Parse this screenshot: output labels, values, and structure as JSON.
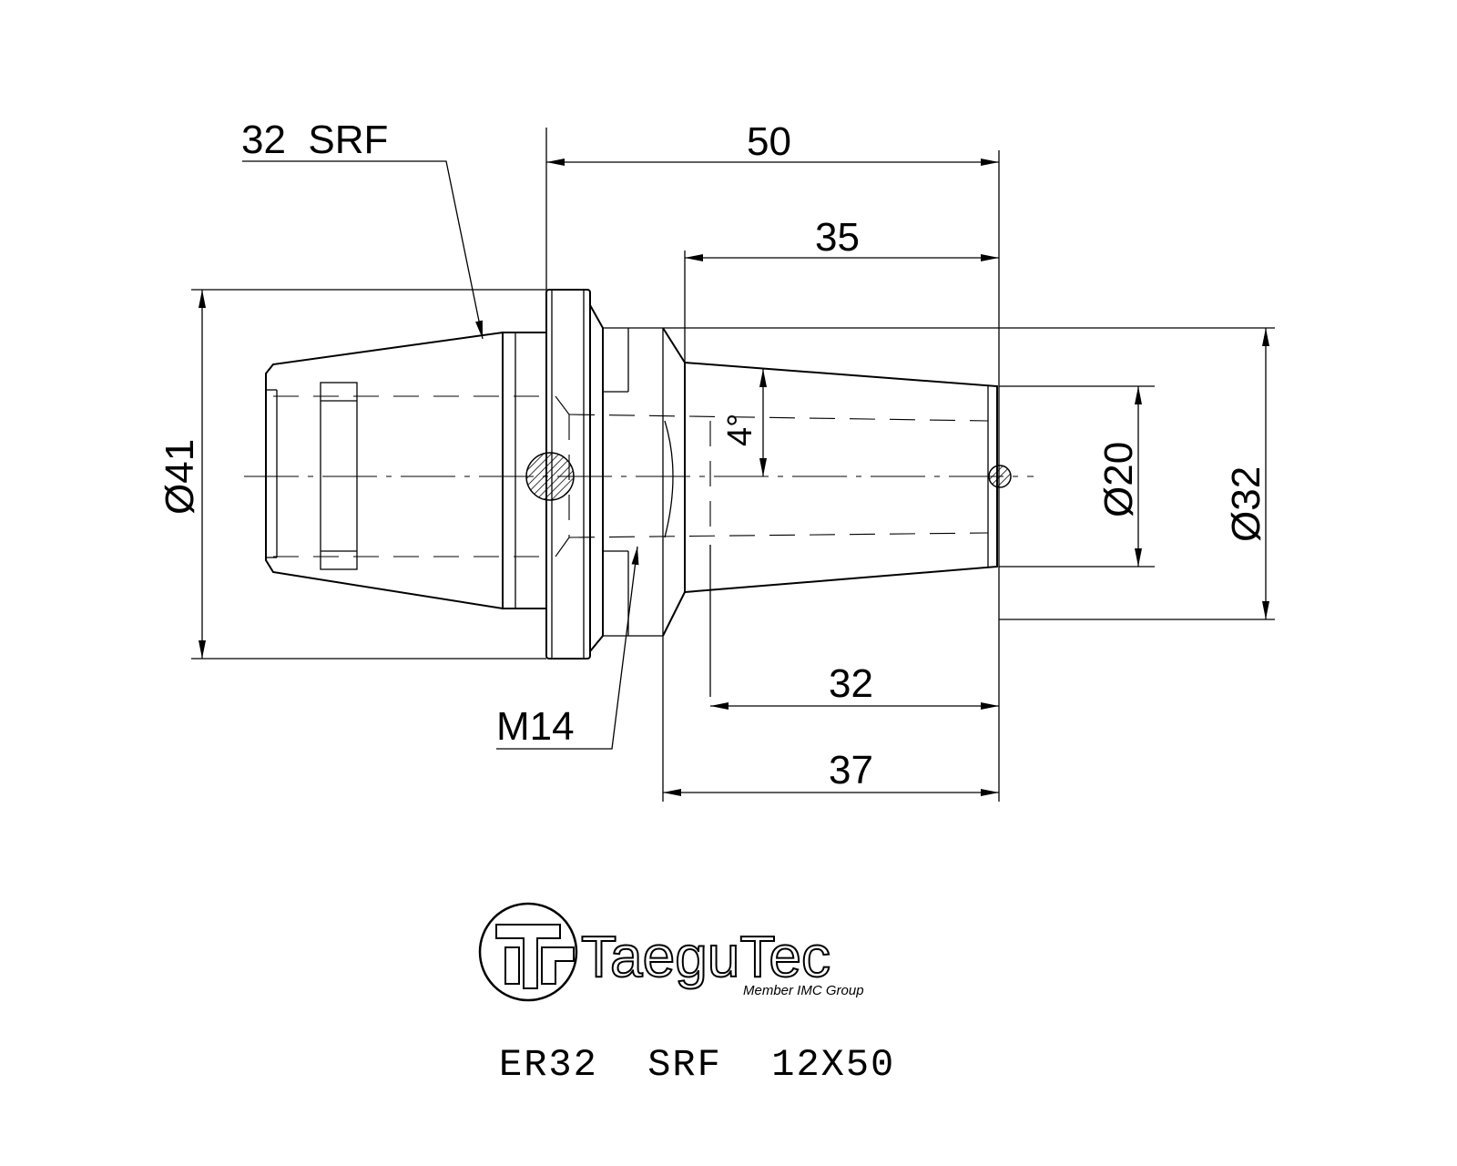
{
  "drawing": {
    "labels": {
      "taper": "32  SRF",
      "overall_length": "50",
      "shank_length": "35",
      "angle": "4°",
      "diameter_flange": "Ø41",
      "diameter_shank": "Ø20",
      "diameter_collar": "Ø32",
      "thread": "M14",
      "length_32": "32",
      "length_37": "37"
    },
    "logo": {
      "brand": "TaeguTec",
      "tagline": "Member IMC Group"
    },
    "part_number": "ER32  SRF  12X50"
  }
}
